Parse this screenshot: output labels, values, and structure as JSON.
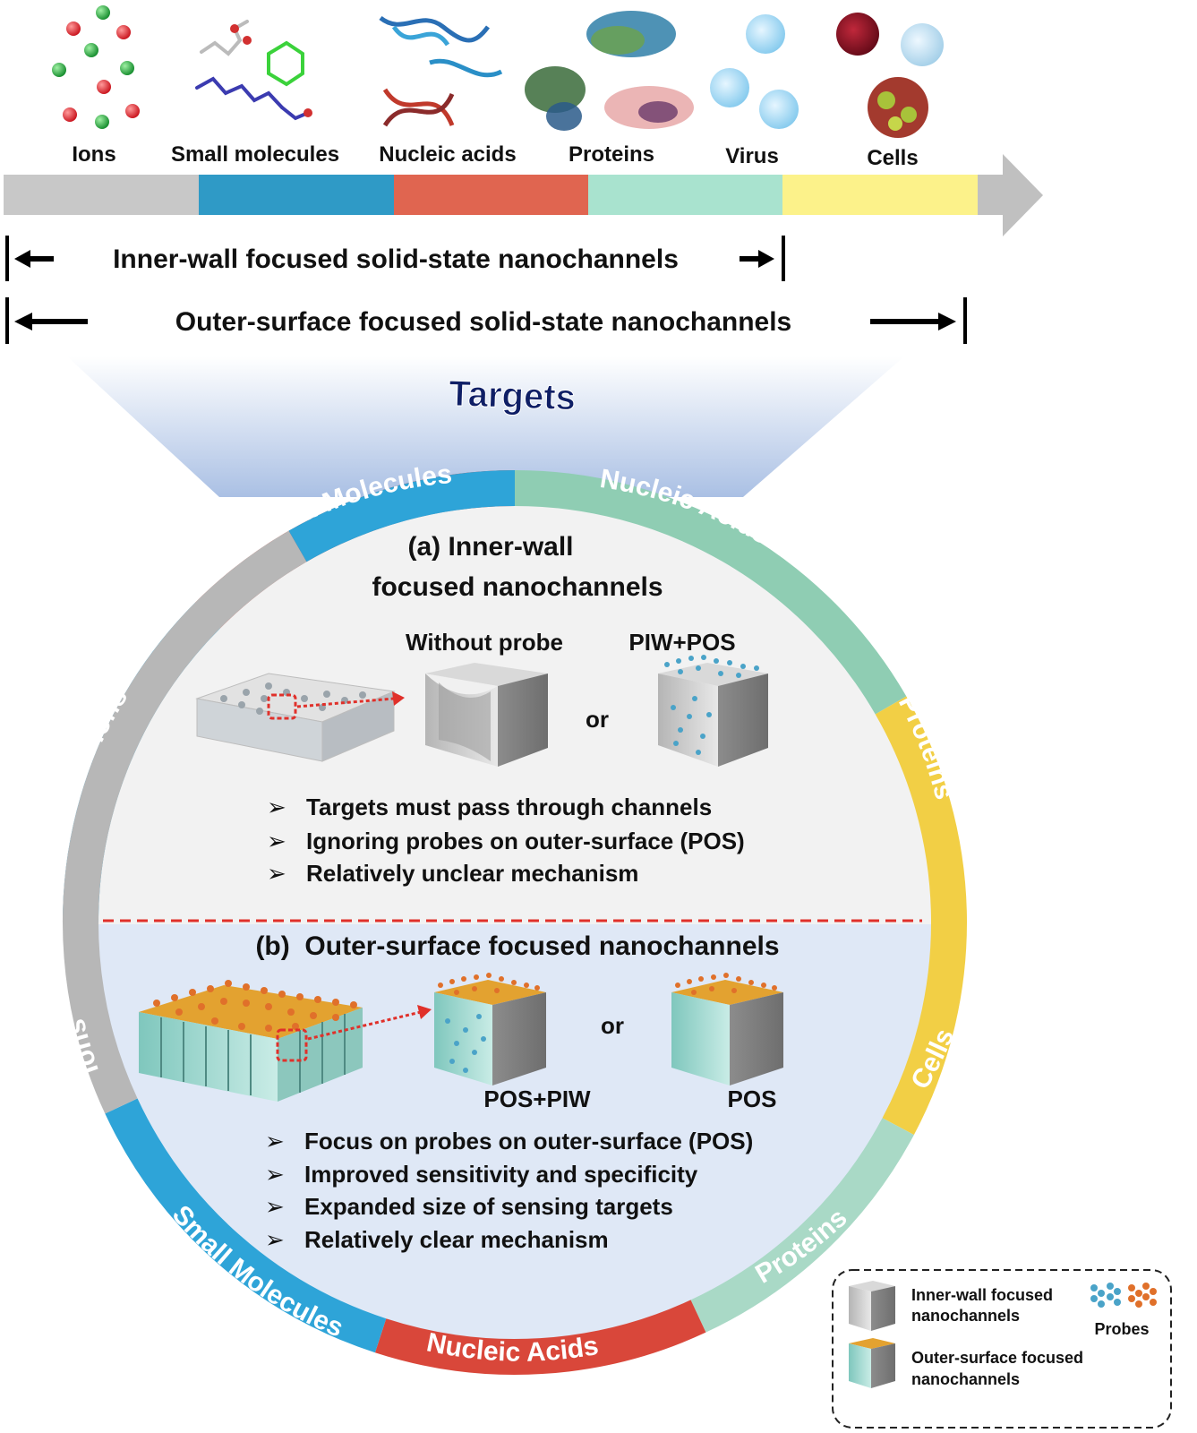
{
  "scale_bar": {
    "categories": [
      "Ions",
      "Small molecules",
      "Nucleic acids",
      "Proteins",
      "Virus",
      "Cells"
    ],
    "colors": [
      "#c8c8c8",
      "#2f9ac6",
      "#e06550",
      "#a9e3cf",
      "#fcf28a",
      "#c0c0c0"
    ]
  },
  "ranges": {
    "inner": "Inner-wall focused solid-state nanochannels",
    "outer": "Outer-surface focused solid-state nanochannels"
  },
  "targets_title": "Targets",
  "ring": {
    "small_molecules": "Small Molecules",
    "nucleic_acids": "Nucleic Acids",
    "proteins": "Proteins",
    "ions": "Ions",
    "cells": "Cells"
  },
  "section_a": {
    "title_line1": "(a) Inner-wall",
    "title_line2": "focused nanochannels",
    "without_probe": "Without probe",
    "piw_pos": "PIW+POS",
    "or": "or",
    "bullets": [
      "Targets must pass through channels",
      "Ignoring probes on outer-surface (POS)",
      "Relatively unclear mechanism"
    ]
  },
  "section_b": {
    "title": "(b)  Outer-surface focused nanochannels",
    "pos_piw": "POS+PIW",
    "pos": "POS",
    "or": "or",
    "bullets": [
      "Focus on probes on outer-surface (POS)",
      "Improved sensitivity and specificity",
      "Expanded size of sensing targets",
      "Relatively clear mechanism"
    ]
  },
  "legend": {
    "inner_line1": "Inner-wall focused",
    "inner_line2": "nanochannels",
    "probes": "Probes",
    "outer_line1": "Outer-surface focused",
    "outer_line2": "nanochannels"
  },
  "bullet_glyph": "➢"
}
